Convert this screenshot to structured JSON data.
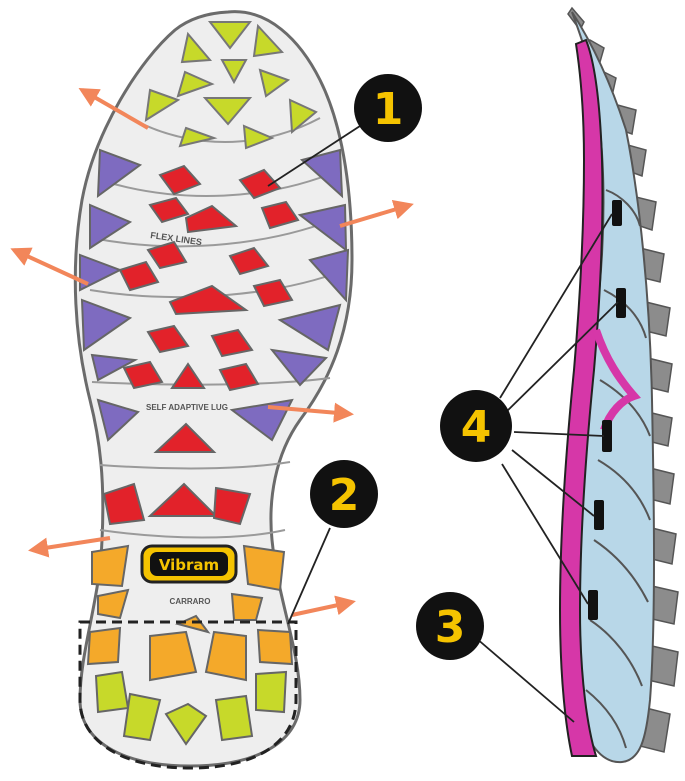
{
  "colors": {
    "lime": "#c7d92a",
    "purple": "#7e6bc0",
    "red": "#e2222a",
    "orange": "#f4a92a",
    "arrow": "#f2865a",
    "midsole_blue": "#b8d7e8",
    "insole_magenta": "#d637a8",
    "lug_gray": "#8c8c8c",
    "outline": "#6b6b6b"
  },
  "sole_labels": {
    "flex_lines": "FLEX LINES",
    "self_adaptive": "SELF ADAPTIVE LUG",
    "brand": "Vibram",
    "sub_brand": "CARRARO"
  },
  "callouts": [
    {
      "id": "1",
      "label": "1"
    },
    {
      "id": "2",
      "label": "2"
    },
    {
      "id": "3",
      "label": "3"
    },
    {
      "id": "4",
      "label": "4"
    }
  ]
}
